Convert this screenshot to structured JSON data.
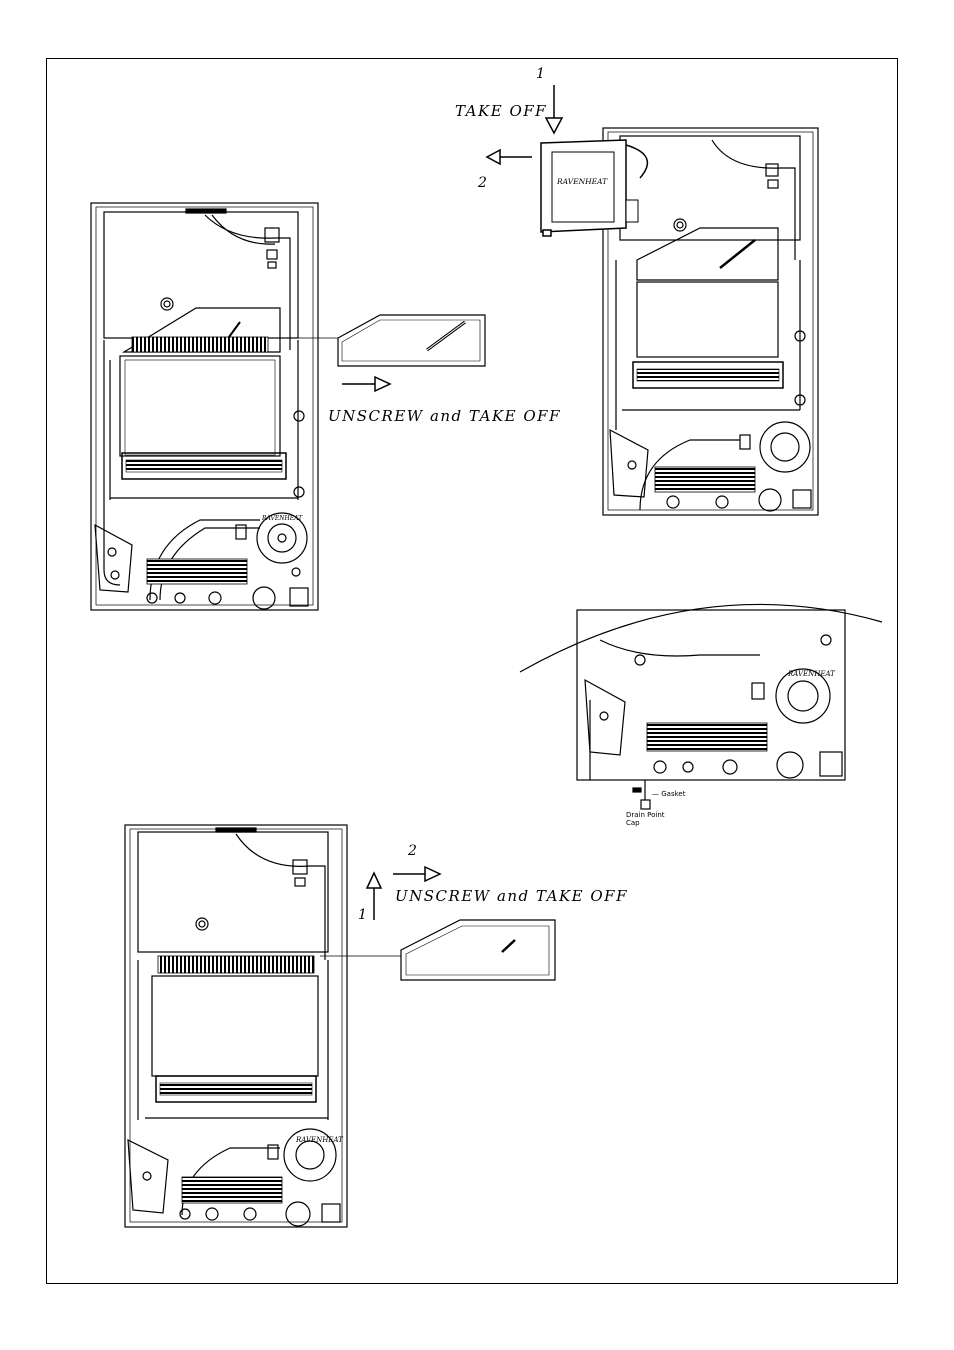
{
  "steps": {
    "top": {
      "step1": "1",
      "step1_label": "TAKE OFF",
      "step2": "2"
    },
    "left": {
      "label": "UNSCREW and TAKE OFF"
    },
    "bottom": {
      "step1": "1",
      "step2": "2",
      "label": "UNSCREW and TAKE OFF"
    }
  },
  "brand": "RAVENHEAT",
  "detail": {
    "gasket": "— Gasket",
    "drain_line1": "Drain Point",
    "drain_line2": "Cap"
  },
  "icons": [
    "arrow-down-icon",
    "arrow-left-icon",
    "arrow-right-icon",
    "arrow-up-icon"
  ]
}
